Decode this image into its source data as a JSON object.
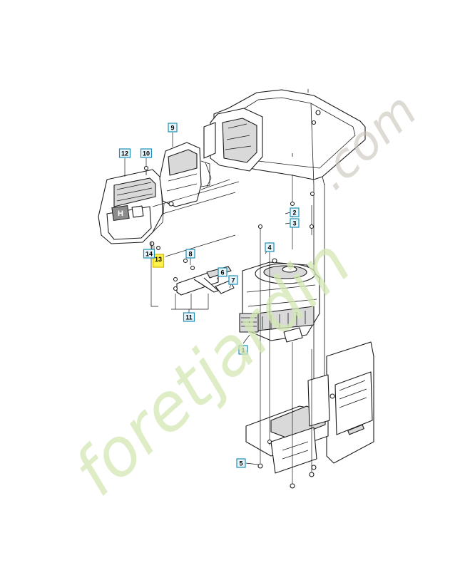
{
  "watermark": {
    "part1": "foretjardin",
    "part2": ".com"
  },
  "colors": {
    "callout_stroke": "#1f8fb8",
    "callout_fill": "#e8f6fb",
    "highlight_fill": "#fff24a",
    "highlight_stroke": "#d4b800"
  },
  "callouts": [
    {
      "id": "c1",
      "label": "1"
    },
    {
      "id": "c2",
      "label": "2"
    },
    {
      "id": "c3",
      "label": "3"
    },
    {
      "id": "c4",
      "label": "4"
    },
    {
      "id": "c5",
      "label": "5"
    },
    {
      "id": "c6",
      "label": "6"
    },
    {
      "id": "c7",
      "label": "7"
    },
    {
      "id": "c8",
      "label": "8"
    },
    {
      "id": "c9",
      "label": "9"
    },
    {
      "id": "c10",
      "label": "10"
    },
    {
      "id": "c11",
      "label": "11"
    },
    {
      "id": "c12",
      "label": "12"
    },
    {
      "id": "c13",
      "label": "13",
      "highlighted": true
    },
    {
      "id": "c14",
      "label": "14"
    }
  ]
}
